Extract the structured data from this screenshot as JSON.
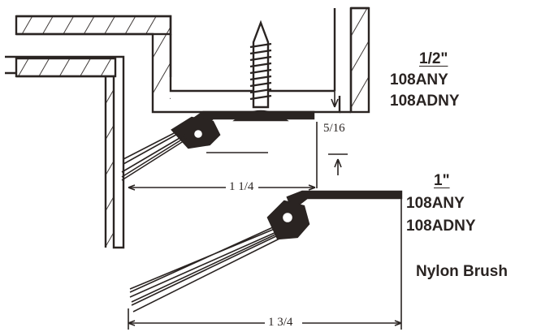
{
  "labels": {
    "upper_size": "1/2\"",
    "upper_model_1": "108ANY",
    "upper_model_2": "108ADNY",
    "lower_size": "1\"",
    "lower_model_1": "108ANY",
    "lower_model_2": "108ADNY",
    "material": "Nylon Brush"
  },
  "dimensions": {
    "gap": "5/16",
    "upper_width": "1 1/4",
    "lower_width": "1 3/4"
  },
  "colors": {
    "ink": "#2a2422",
    "background": "#ffffff"
  }
}
